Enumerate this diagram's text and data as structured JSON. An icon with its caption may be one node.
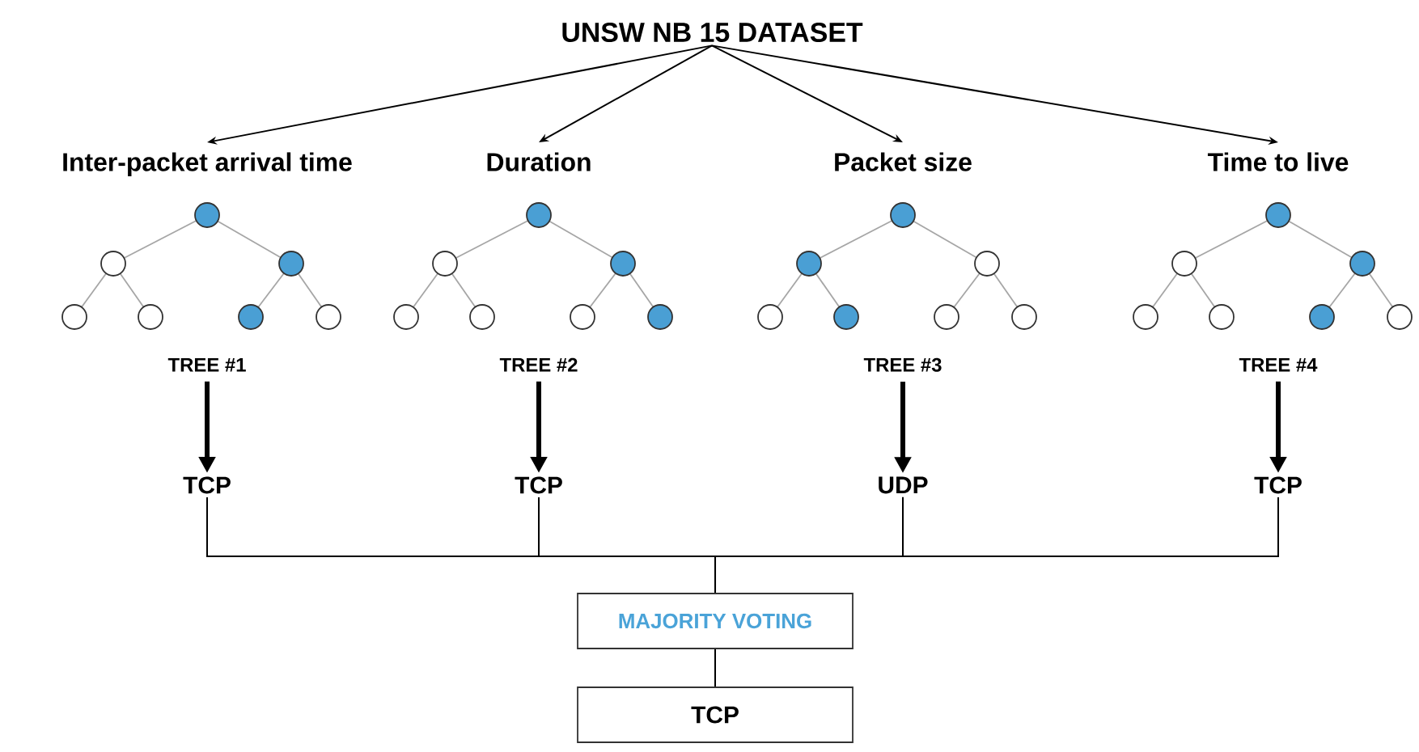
{
  "diagram": {
    "nodes": [
      {
        "text": [
          "UNSW NB 15 DATASET"
        ]
      },
      {
        "text": [
          "Inter-packet arrival time",
          "TREE #1"
        ]
      },
      {
        "text": [
          "Duration",
          "TREE #2"
        ]
      },
      {
        "text": [
          "Packet size",
          "TREE #3"
        ]
      },
      {
        "text": [
          "Time to live",
          "TREE #4"
        ]
      },
      {
        "text": [
          "TCP"
        ]
      },
      {
        "text": [
          "TCP"
        ]
      },
      {
        "text": [
          "UDP"
        ]
      },
      {
        "text": [
          "TCP"
        ]
      },
      {
        "text": [
          "MAJORITY VOTING"
        ]
      },
      {
        "text": [
          "TCP"
        ]
      }
    ],
    "edges": [
      {
        "from": 0,
        "to": 1,
        "arrow": "to"
      },
      {
        "from": 0,
        "to": 2,
        "arrow": "to"
      },
      {
        "from": 0,
        "to": 3,
        "arrow": "to"
      },
      {
        "from": 0,
        "to": 4,
        "arrow": "to"
      },
      {
        "from": 1,
        "to": 5,
        "arrow": "to",
        "style": "thick"
      },
      {
        "from": 2,
        "to": 6,
        "arrow": "to",
        "style": "thick"
      },
      {
        "from": 3,
        "to": 7,
        "arrow": "to",
        "style": "thick"
      },
      {
        "from": 4,
        "to": 8,
        "arrow": "to",
        "style": "thick"
      },
      {
        "from": 5,
        "to": 9,
        "arrow": "none"
      },
      {
        "from": 6,
        "to": 9,
        "arrow": "none"
      },
      {
        "from": 7,
        "to": 9,
        "arrow": "none"
      },
      {
        "from": 8,
        "to": 9,
        "arrow": "none"
      },
      {
        "from": 9,
        "to": 10,
        "arrow": "none"
      }
    ]
  }
}
